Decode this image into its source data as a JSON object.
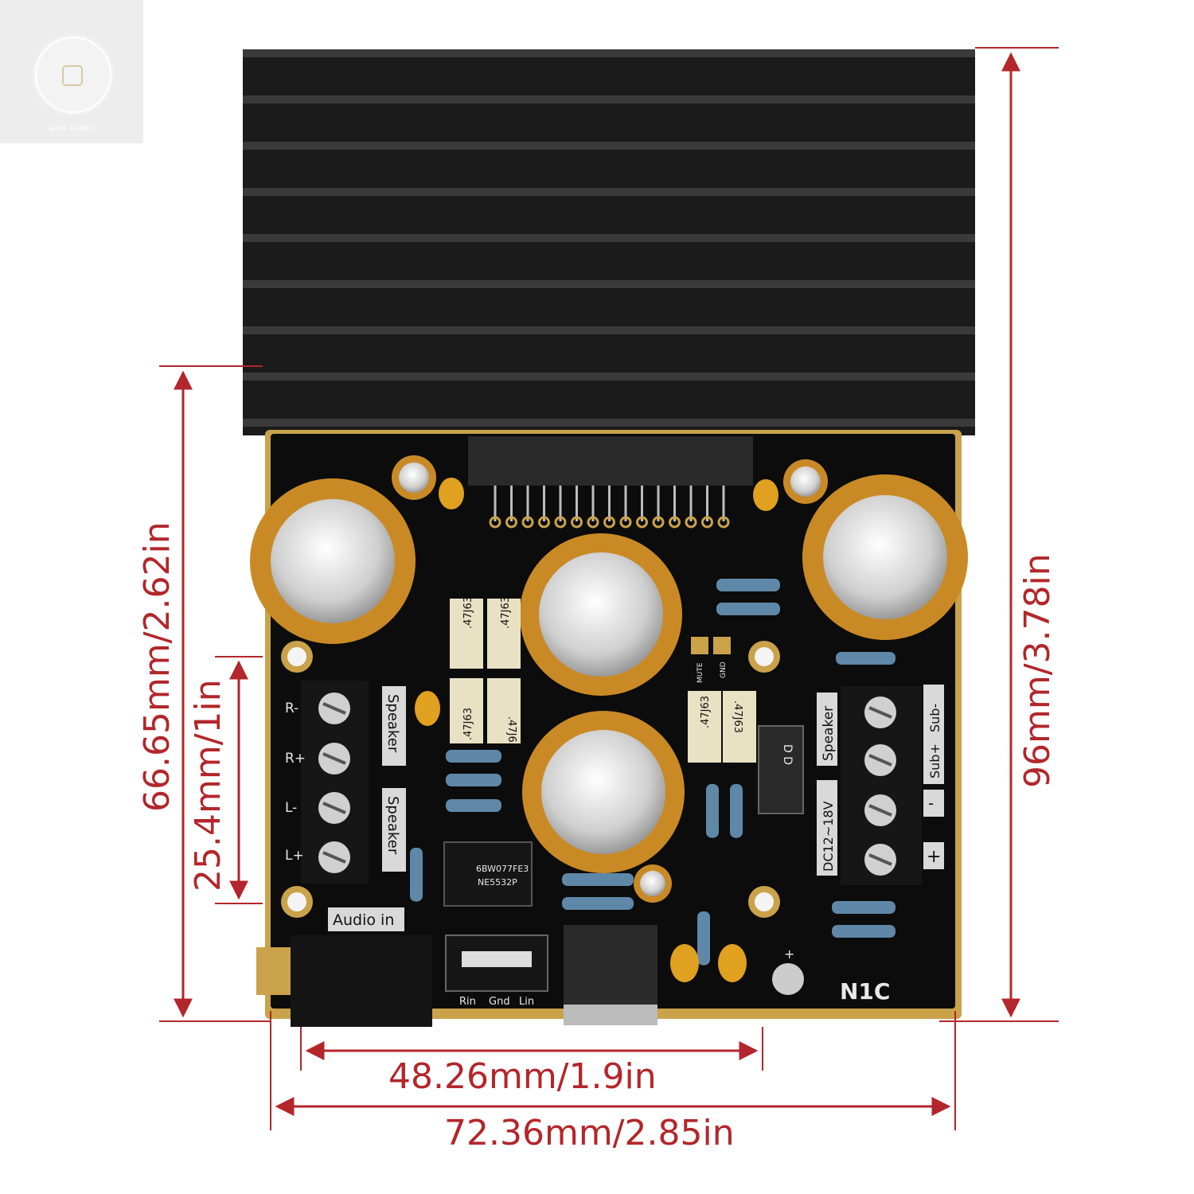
{
  "logo": {
    "text": "GUH AUDIO"
  },
  "board": {
    "model": "N1C",
    "audio_in_label": "Audio in",
    "input_pins": [
      "Rin",
      "Gnd",
      "Lin"
    ],
    "left_terminal_pins": [
      "R-",
      "R+",
      "L-",
      "L+"
    ],
    "speaker_label": "Speaker",
    "right_terminal_pins": [
      "Sub-",
      "Sub+",
      "-",
      "+"
    ],
    "power_label": "DC12~18V",
    "mute_label": "MUTE",
    "gnd_label": "GND",
    "capacitor_marking": ".47J63",
    "opamp_line1": "6BW077FE3",
    "opamp_line2": "NE5532P",
    "diode_marking": "D D",
    "plus_marking": "+"
  },
  "dimensions": {
    "height_total": "96mm/3.78in",
    "height_pcb": "66.65mm/2.62in",
    "terminal_pitch": "25.4mm/1in",
    "width_mount": "48.26mm/1.9in",
    "width_total": "72.36mm/2.85in"
  },
  "colors": {
    "dimension_line": "#b3262b",
    "pcb": "#0c0c0c",
    "pcb_edge": "#c9a24a",
    "heatsink": "#1b1b1b",
    "capacitor": "#c98a26",
    "silkscreen": "#e8e8e8"
  }
}
